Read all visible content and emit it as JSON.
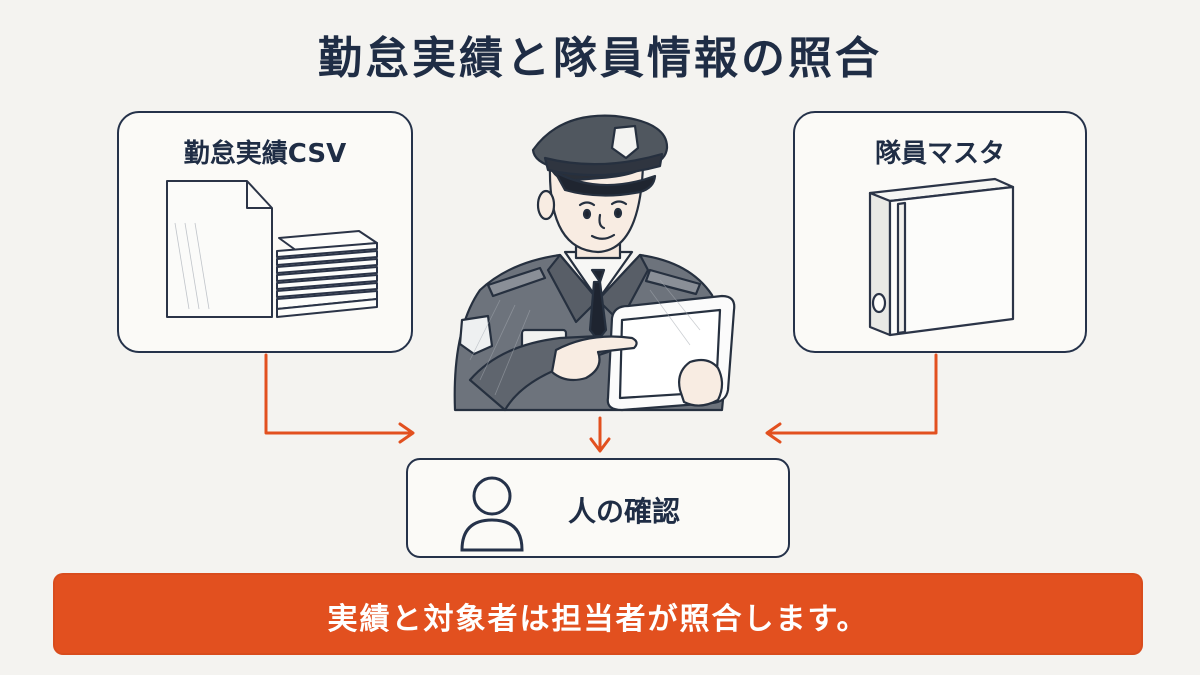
{
  "title": "勤怠実績と隊員情報の照合",
  "cards": {
    "csv_label": "勤怠実績CSV",
    "master_label": "隊員マスタ",
    "person_label": "人の確認"
  },
  "banner": {
    "text": "実績と対象者は担当者が照合します。"
  },
  "icons": {
    "csv": "document-stack-icon",
    "master": "binder-icon",
    "person": "person-outline-icon",
    "guard": "security-guard-with-tablet-illustration"
  },
  "colors": {
    "navy": "#1f2d45",
    "accent": "#e2501f",
    "background": "#f4f3f0"
  }
}
